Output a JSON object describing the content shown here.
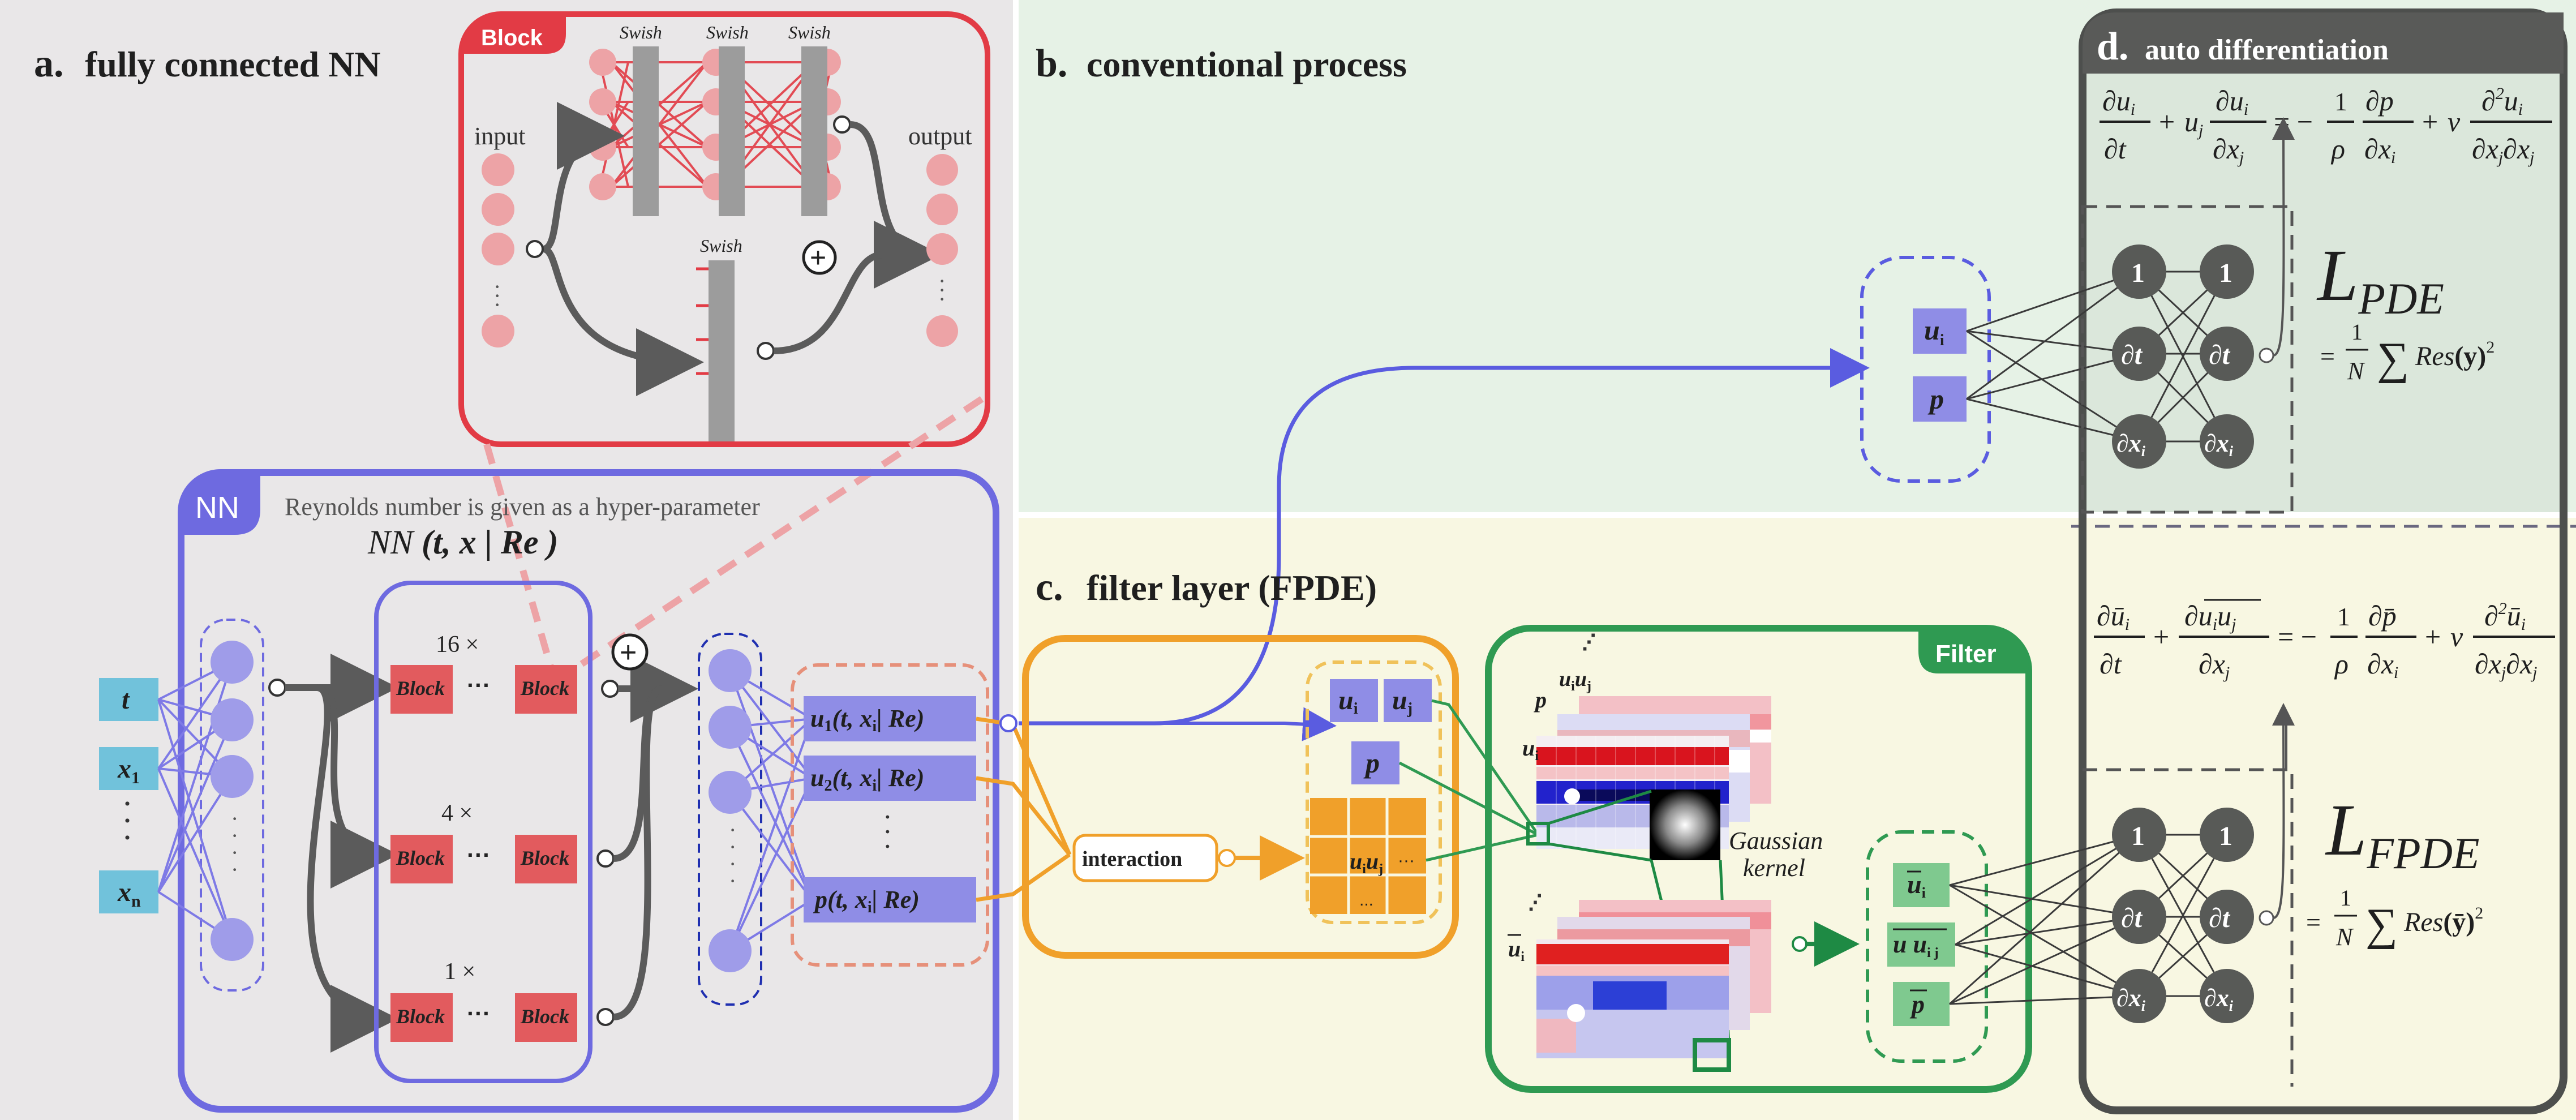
{
  "panel_a": {
    "letter": "a.",
    "title": "fully connected NN",
    "inputs": [
      "t",
      "x",
      "x"
    ],
    "input_subs": [
      "",
      "1",
      "n"
    ],
    "input_dots": "·",
    "nn": {
      "tag": "NN",
      "note": "Reynolds number is given as a hyper-parameter",
      "formula_prefix": "NN ",
      "formula_args": "(t, x | Re )"
    },
    "rows": [
      {
        "multiplier": "16 ×"
      },
      {
        "multiplier": "4 ×"
      },
      {
        "multiplier": "1 ×"
      }
    ],
    "block_label": "Block",
    "ellipsis": "···",
    "plus": "+",
    "outputs": [
      {
        "var": "u",
        "sub": "1",
        "args": "(t, x",
        "sub2": "i",
        "tail": "| Re)"
      },
      {
        "var": "u",
        "sub": "2",
        "args": "(t, x",
        "sub2": "i",
        "tail": "| Re)"
      },
      {
        "var": "p",
        "sub": "",
        "args": "(t, x",
        "sub2": "i",
        "tail": "| Re)"
      }
    ]
  },
  "block_inset": {
    "title": "Block",
    "input_label": "input",
    "output_label": "output",
    "activations": [
      "Swish",
      "Swish",
      "Swish"
    ],
    "bottom_activation": "Swish",
    "plus": "+"
  },
  "panel_b": {
    "letter": "b.",
    "title": "conventional process",
    "vars": [
      {
        "name": "u",
        "sub": "i"
      },
      {
        "name": "p",
        "sub": ""
      }
    ]
  },
  "panel_c": {
    "letter": "c.",
    "title": "filter layer (FPDE)",
    "interaction": "interaction",
    "fields": {
      "u": "u",
      "u_sub": "i",
      "u2": "u",
      "u2_sub": "j",
      "p": "p",
      "uu": "u",
      "uu_sub1": "i",
      "uu_sub2": "j",
      "uu_dots": "···",
      "uu_dots2": "..."
    },
    "filter": {
      "tag": "Filter",
      "stack_labels": [
        "u",
        "p",
        "u"
      ],
      "stack_subs": [
        "i",
        "",
        "i"
      ],
      "top_pair": "u",
      "top_pair_subs": [
        "i",
        "j"
      ],
      "kernel_label": [
        "Gaussian",
        "kernel"
      ],
      "filtered_outputs": [
        "u",
        "u u",
        "p"
      ],
      "filtered_subs": [
        "i",
        "i j",
        ""
      ]
    }
  },
  "panel_d": {
    "letter": "d.",
    "title": "auto differentiation",
    "nodes": [
      "1",
      "∂t",
      "∂x"
    ],
    "node_sub": "i",
    "loss_pde": {
      "L": "L",
      "sub": "PDE",
      "formula": "= (1/N) Σ Res(y)²"
    },
    "loss_fpde": {
      "L": "L",
      "sub": "FPDE",
      "formula": "= (1/N) Σ Res(ȳ)²"
    },
    "eq_top": "∂u/∂t + u ∂u/∂x = −(1/ρ) ∂p/∂x + ν ∂²u/∂x∂x",
    "eq_bottom": "∂ū/∂t + ∂(uu)/∂x = −(1/ρ) ∂p̄/∂x + ν ∂²ū/∂x∂x",
    "eq_parts": {
      "rho": "ρ",
      "nu": "ν",
      "one": "1",
      "N": "N",
      "sum": "∑",
      "res": "Res",
      "y": "(y)",
      "ybar": "(ȳ)",
      "sq": "2"
    }
  },
  "colors": {
    "panel_a_bg": "#e9e7e8",
    "panel_b_bg": "#e6f2e6",
    "panel_c_bg": "#f8f7e2",
    "red": "#e23b45",
    "purple": "#6e6ae0",
    "orange": "#f0a02a",
    "green": "#2f9a52",
    "dark": "#4d4f4d",
    "cyan": "#71c2db",
    "block_red": "#e25b5e"
  }
}
